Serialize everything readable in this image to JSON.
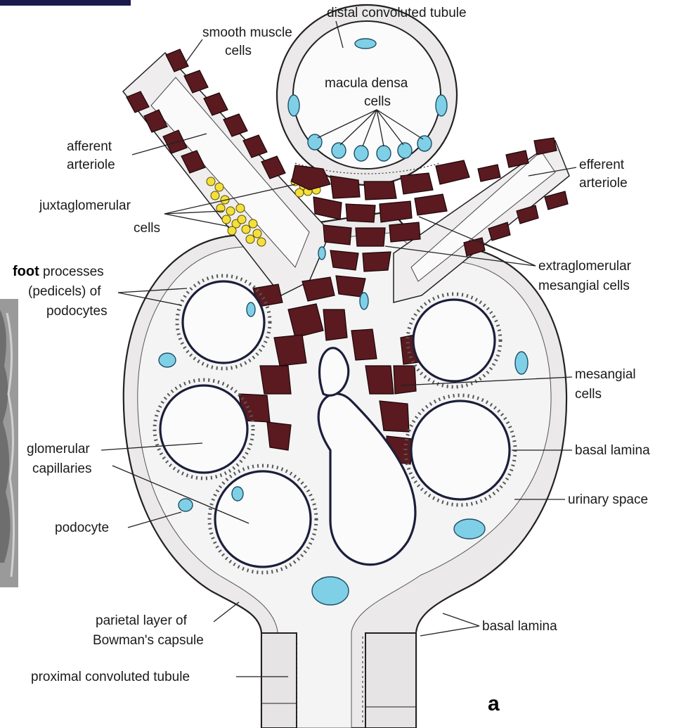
{
  "labels": {
    "distal": "distal convoluted tubule",
    "smooth1": "smooth muscle",
    "smooth2": "cells",
    "macula1": "macula densa",
    "macula2": "cells",
    "afferent1": "afferent",
    "afferent2": "arteriole",
    "efferent1": "efferent",
    "efferent2": "arteriole",
    "jg1": "juxtaglomerular",
    "jg2": "cells",
    "foot_bold": "foot",
    "foot1": " processes",
    "foot2": "(pedicels) of",
    "foot3": "podocytes",
    "extra1": "extraglomerular",
    "extra2": "mesangial cells",
    "mesangial1": "mesangial",
    "mesangial2": "cells",
    "glom1": "glomerular",
    "glom2": "capillaries",
    "basal_right": "basal lamina",
    "urinary": "urinary space",
    "podocyte": "podocyte",
    "parietal1": "parietal layer of",
    "parietal2": "Bowman's capsule",
    "basal_bottom": "basal lamina",
    "proximal": "proximal convoluted tubule",
    "panel": "a"
  },
  "colors": {
    "mesangial": "#5a1a20",
    "nucleus": "#7fd0e6",
    "juxtaglomerular": "#f3e03a",
    "corner_bar": "#1b1a4a"
  }
}
